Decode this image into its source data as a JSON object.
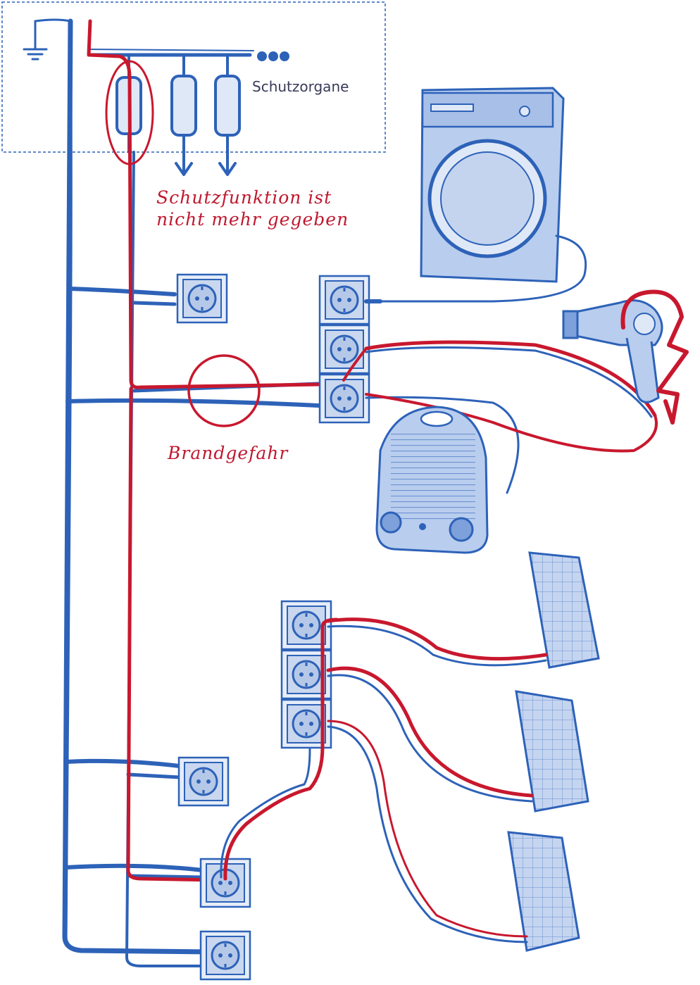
{
  "labels": {
    "protective_devices": "Schutzorgane",
    "warning_protection": [
      "Schutzfunktion ist",
      "nicht mehr gegeben"
    ],
    "warning_fire": "Brandgefahr"
  },
  "colors": {
    "wire_blue": "#2d62b8",
    "wire_red": "#c8182e",
    "background": "#ffffff"
  },
  "icons": [
    "ground-symbol-icon",
    "fuse-icon",
    "ellipsis-dots-icon",
    "socket-icon",
    "washing-machine-icon",
    "hair-dryer-icon",
    "fan-heater-icon",
    "solar-panel-icon",
    "lightning-bolt-icon"
  ]
}
